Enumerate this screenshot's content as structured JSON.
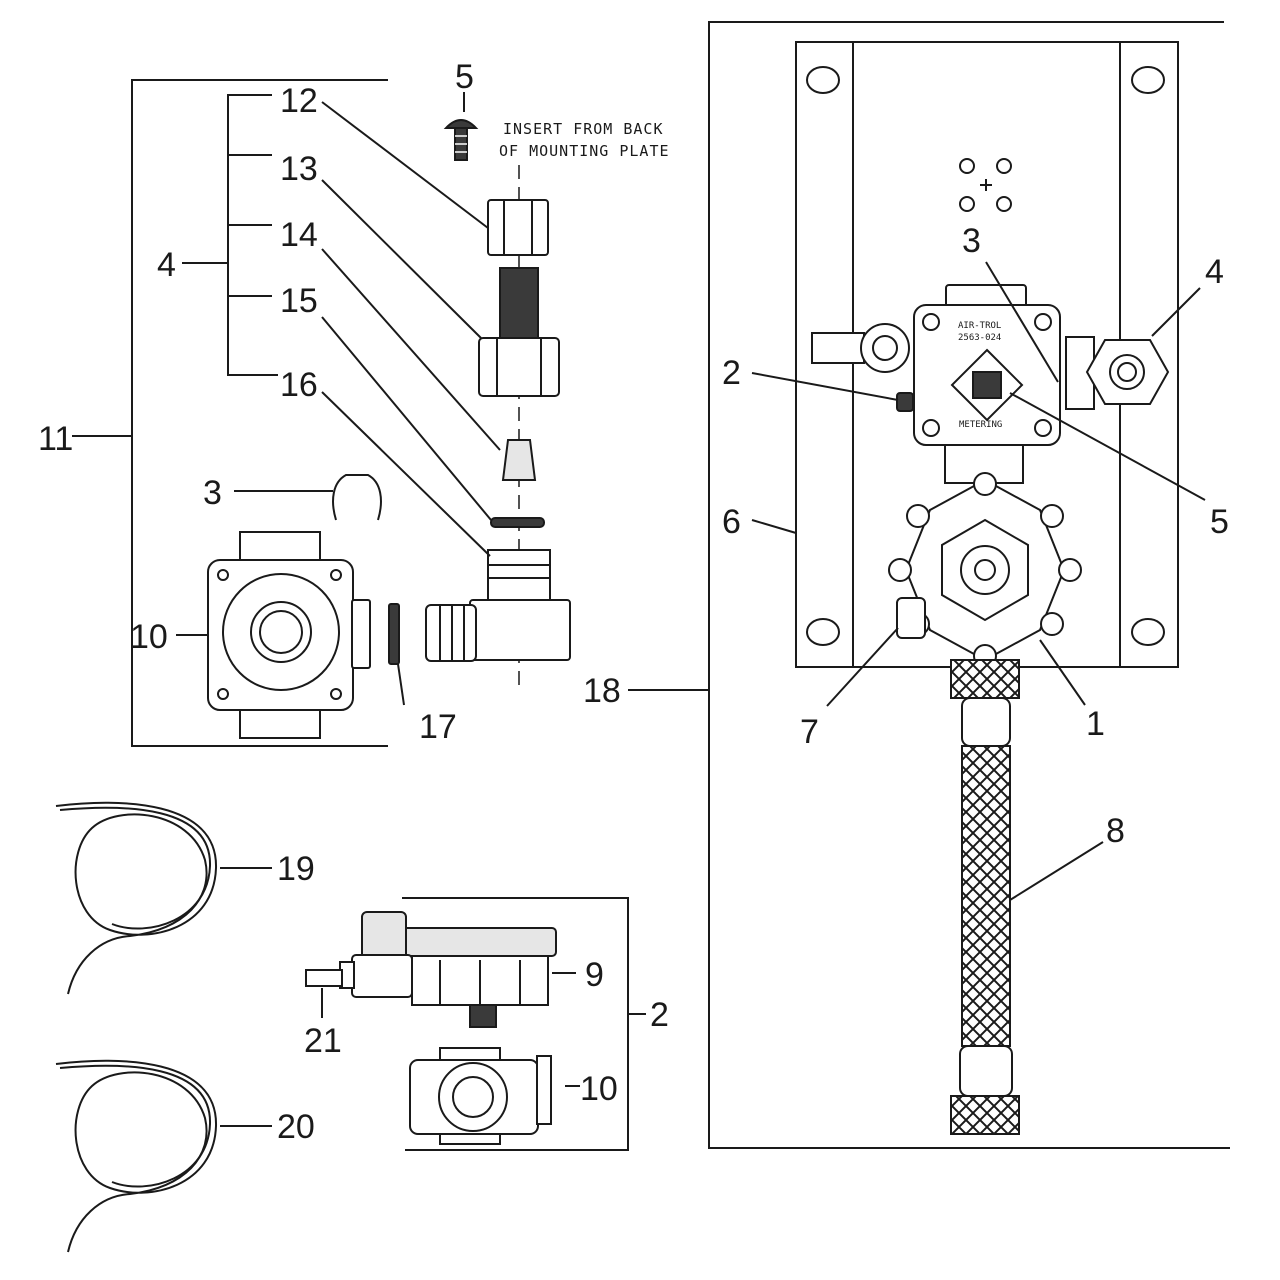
{
  "note_text": {
    "line1": "INSERT FROM BACK",
    "line2": "OF MOUNTING PLATE"
  },
  "valve_text": {
    "brand": "AIR-TROL",
    "model": "2563-024",
    "metering": "METERING"
  },
  "callouts": {
    "c5_top": "5",
    "c12": "12",
    "c13": "13",
    "c14": "14",
    "c15": "15",
    "c16": "16",
    "c4_left": "4",
    "c11": "11",
    "c3_left": "3",
    "c10_left": "10",
    "c17": "17",
    "c19": "19",
    "c20": "20",
    "c9": "9",
    "c21": "21",
    "c2_bottom": "2",
    "c10_bottom": "10",
    "c18": "18",
    "c6": "6",
    "c3_right": "3",
    "c4_right": "4",
    "c2_right": "2",
    "c5_right": "5",
    "c7": "7",
    "c1": "1",
    "c8": "8"
  }
}
